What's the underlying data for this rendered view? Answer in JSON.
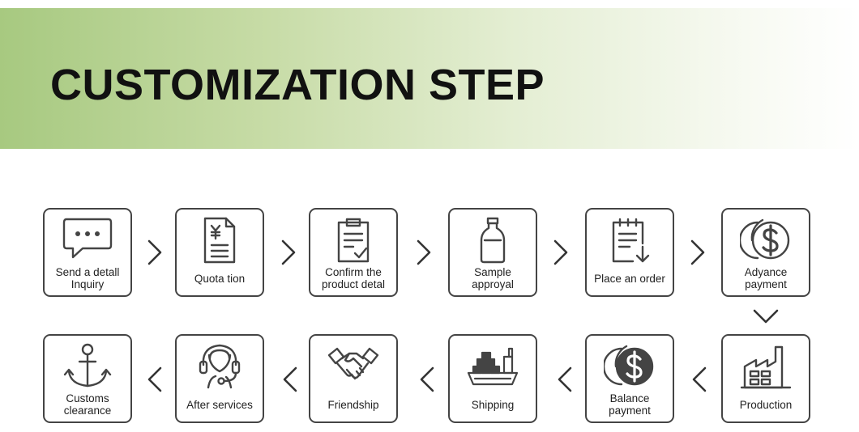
{
  "header": {
    "title": "CUSTOMIZATION STEP"
  },
  "colors": {
    "banner_green": "#a7c980",
    "outline": "#444444"
  },
  "steps": [
    {
      "label": "Send a detall\nInquiry",
      "icon": "chat-bubble-icon"
    },
    {
      "label": "Quota tion",
      "icon": "yen-document-icon"
    },
    {
      "label": "Confirm the\nproduct detal",
      "icon": "clipboard-check-icon"
    },
    {
      "label": "Sample\napproyal",
      "icon": "bottle-icon"
    },
    {
      "label": "Place an order",
      "icon": "order-list-icon"
    },
    {
      "label": "Adyance\npayment",
      "icon": "dollar-coins-icon"
    },
    {
      "label": "Production",
      "icon": "factory-icon"
    },
    {
      "label": "Balance\npayment",
      "icon": "dollar-coins-filled-icon"
    },
    {
      "label": "Shipping",
      "icon": "cargo-ship-icon"
    },
    {
      "label": "Friendship",
      "icon": "handshake-icon"
    },
    {
      "label": "After services",
      "icon": "headset-support-icon"
    },
    {
      "label": "Customs\nclearance",
      "icon": "anchor-icon"
    }
  ]
}
